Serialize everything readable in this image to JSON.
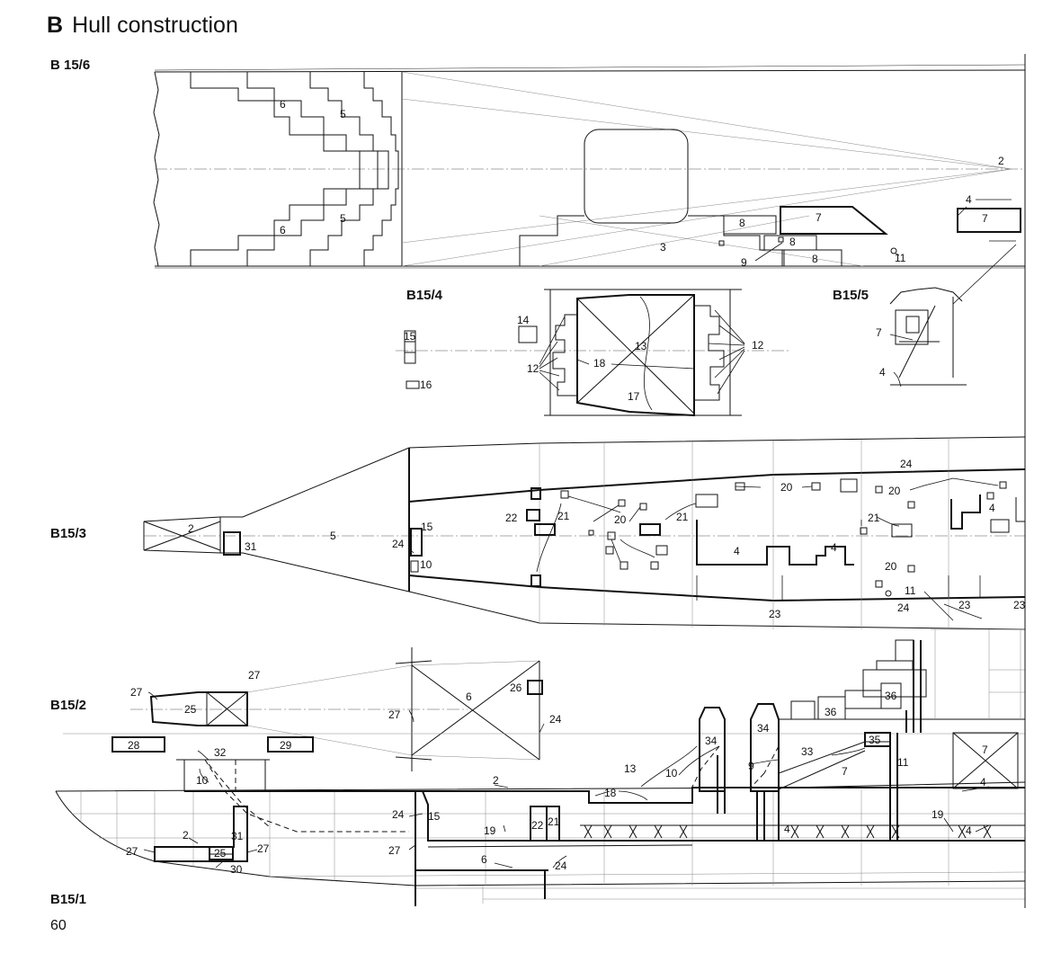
{
  "heading": {
    "letter": "B",
    "title": "Hull construction"
  },
  "views": {
    "b15_6": "B 15/6",
    "b15_4": "B15/4",
    "b15_5": "B15/5",
    "b15_3": "B15/3",
    "b15_2": "B15/2",
    "b15_1": "B15/1"
  },
  "page_number": "60",
  "callouts": {
    "n2": "2",
    "n3": "3",
    "n4": "4",
    "n5": "5",
    "n6": "6",
    "n7": "7",
    "n8": "8",
    "n9": "9",
    "n10": "10",
    "n11": "11",
    "n12": "12",
    "n13": "13",
    "n14": "14",
    "n15": "15",
    "n16": "16",
    "n17": "17",
    "n18": "18",
    "n19": "19",
    "n20": "20",
    "n21": "21",
    "n22": "22",
    "n23": "23",
    "n24": "24",
    "n25": "25",
    "n26": "26",
    "n27": "27",
    "n28": "28",
    "n29": "29",
    "n30": "30",
    "n31": "31",
    "n32": "32",
    "n33": "33",
    "n34": "34",
    "n35": "35",
    "n36": "36"
  }
}
